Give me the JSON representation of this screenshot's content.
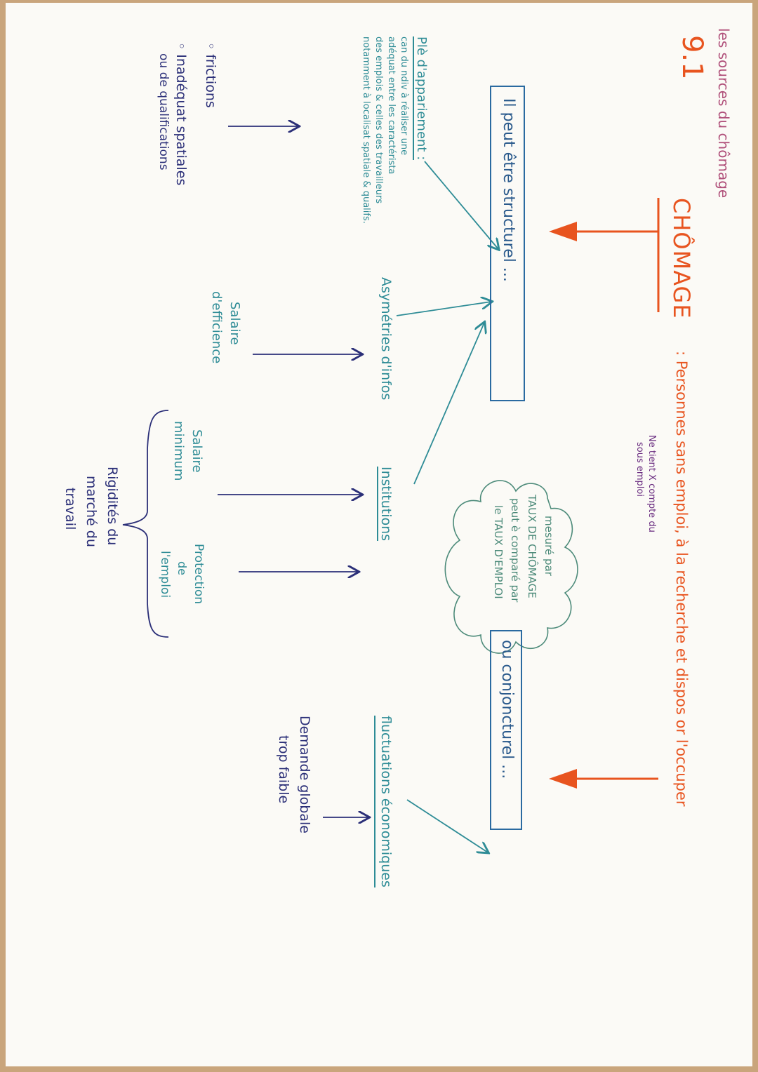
{
  "header": {
    "subject": "les sources du chômage",
    "number": "9.1"
  },
  "definition": {
    "term": "CHÔMAGE",
    "text": ": Personnes sans emploi, à la recherche et dispos or l'occuper"
  },
  "side_note": {
    "line1": "Ne tient X compte du",
    "line2": "sous emploi"
  },
  "cloud": {
    "line1": "mesuré par",
    "line2": "TAUX DE CHÔMAGE",
    "line3": "peut è comparé par",
    "line4": "le TAUX D'EMPLOI"
  },
  "structural": {
    "label": "Il peut être structurel ...",
    "ple_title": "Plè d'appariement :",
    "ple_lines": [
      "can du ndiv à réaliser une",
      "adéquat entre les caractérista",
      "des emplois & celles des travailleurs",
      "notamment à localisat spatiale & qualifs."
    ],
    "frictions": "◦ frictions",
    "inadequation_1": "◦ Inadéquat spatiales",
    "inadequation_2": "ou de qualifications",
    "asymetries": "Asymétries d'infos",
    "salaire_efficience_1": "Salaire",
    "salaire_efficience_2": "d'efficience",
    "institutions": "Institutions",
    "salaire_minimum_1": "Salaire",
    "salaire_minimum_2": "minimum",
    "protection_1": "Protection",
    "protection_2": "de",
    "protection_3": "l'emploi",
    "rigidites_1": "Rigidités du",
    "rigidites_2": "marché du",
    "rigidites_3": "travail"
  },
  "conjunctural": {
    "label": "ou conjoncturel ...",
    "fluctuations": "fluctuations économiques",
    "demande_1": "Demande globale",
    "demande_2": "trop faible"
  },
  "colors": {
    "orange": "#e8541f",
    "blue_box": "#2a6aa0",
    "teal": "#2e8c96",
    "navy": "#2b2f78",
    "pink": "#b0507a"
  }
}
